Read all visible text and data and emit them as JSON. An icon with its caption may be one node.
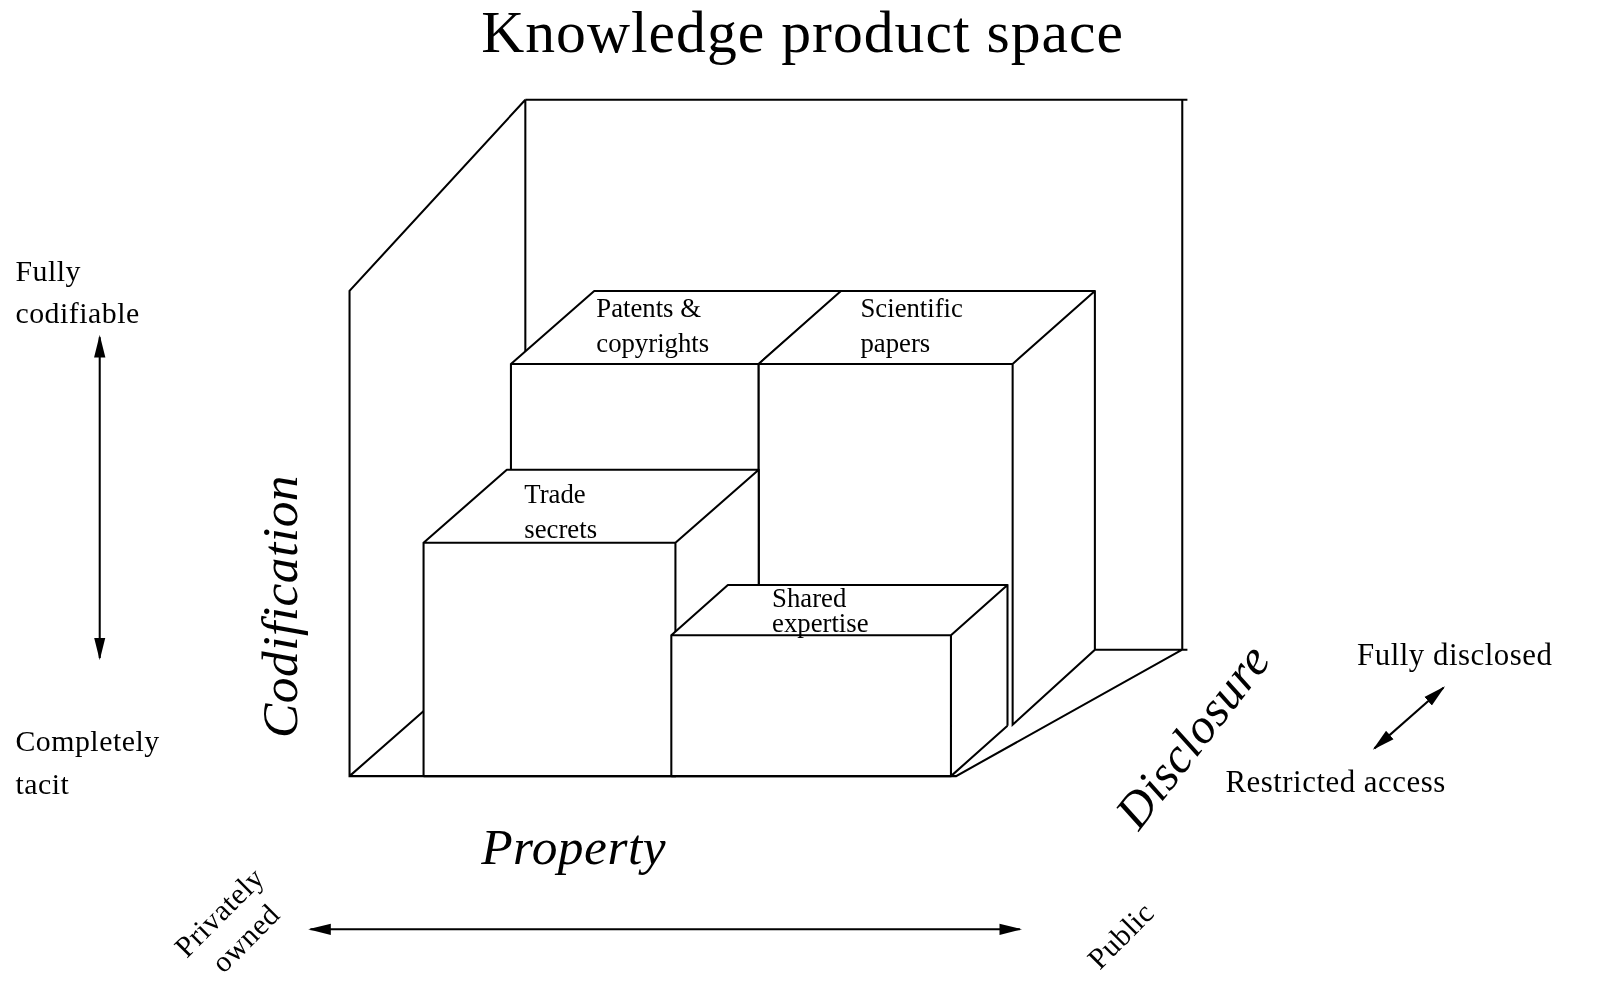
{
  "diagram": {
    "title": "Knowledge product space",
    "nodes": [
      {
        "text": [
          "Patents & copyrights"
        ]
      },
      {
        "text": [
          "Scientific papers"
        ]
      },
      {
        "text": [
          "Trade secrets"
        ]
      },
      {
        "text": [
          "Shared expertise"
        ]
      }
    ],
    "labels": [
      "Fully codifiable",
      "Completely tacit",
      "Codification",
      "Property",
      "Disclosure",
      "Fully disclosed",
      "Restricted access",
      "Privately owned",
      "Public"
    ]
  }
}
